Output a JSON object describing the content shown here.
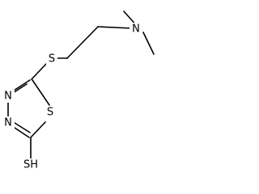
{
  "molecule": {
    "atoms": {
      "thioether_s": "S",
      "amine_n": "N",
      "ring_n_top": "N",
      "ring_n_bottom": "N",
      "ring_s": "S",
      "thiol": "SH"
    }
  }
}
